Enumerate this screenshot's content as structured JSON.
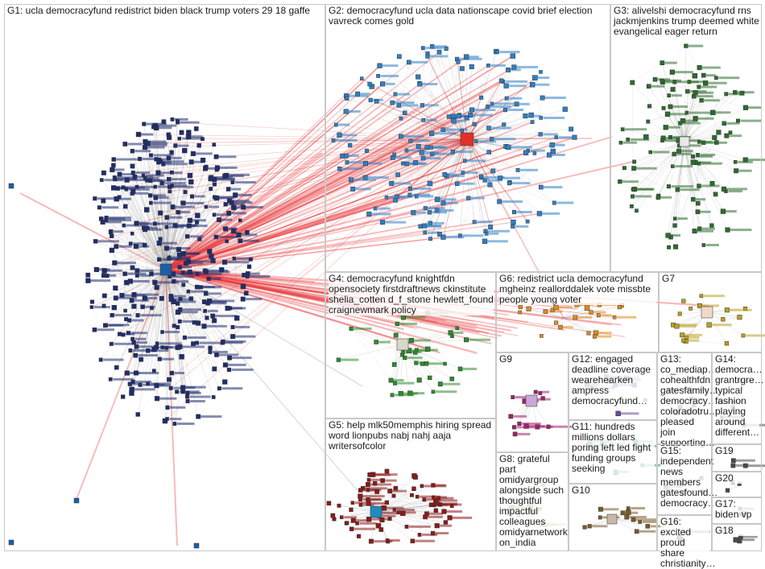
{
  "groups": [
    {
      "id": "G1",
      "label": "G1: ucla democracyfund redistrict biden black trump voters 29 18 gaffe",
      "color": "#1f2d6e"
    },
    {
      "id": "G2",
      "label": "G2: democracyfund ucla data nationscape covid brief election vavreck comes gold",
      "color": "#2f7fc4"
    },
    {
      "id": "G3",
      "label": "G3: alivelshi democracyfund rns jackmjenkins trump deemed white evangelical eager return",
      "color": "#2e6b2e"
    },
    {
      "id": "G4",
      "label": "G4: democracyfund knightfdn opensociety firstdraftnews ckinstitute shelia_cotten d_f_stone hewlett_found craignewmark policy",
      "color": "#2c8c2c"
    },
    {
      "id": "G5",
      "label": "G5: help mlk50memphis hiring spread word lionpubs nabj nahj aaja writersofcolor",
      "color": "#8b1a1a"
    },
    {
      "id": "G6",
      "label": "G6: redistrict ucla democracyfund mgheinz reallorddalek vote missbte people young voter",
      "color": "#e08a1e"
    },
    {
      "id": "G7",
      "label": "G7",
      "color": "#b8a020"
    },
    {
      "id": "G8",
      "label": "G8: grateful part omidyargroup alongside such thoughtful impactful colleagues omidyarnetwork on_india",
      "color": "#7a9a3a"
    },
    {
      "id": "G9",
      "label": "G9",
      "color": "#a0206a"
    },
    {
      "id": "G10",
      "label": "G10",
      "color": "#7a5a2a"
    },
    {
      "id": "G11",
      "label": "G11: hundreds millions dollars poring left led fight funding groups seeking",
      "color": "#2a8a7a"
    },
    {
      "id": "G12",
      "label": "G12: engaged deadline coverage wearehearken ampress democracyfund…",
      "color": "#6a4a9a"
    },
    {
      "id": "G13",
      "label": "G13: co_mediap… cohealthfdn gatesfamily… democracy… coloradotru… pleased join supporting…",
      "color": "#4a4a4a"
    },
    {
      "id": "G14",
      "label": "G14: democra… grantrgre… typical fashion playing around different…",
      "color": "#4a4a4a"
    },
    {
      "id": "G15",
      "label": "G15: independent news members gatesfound… democracy…",
      "color": "#4a4a4a"
    },
    {
      "id": "G16",
      "label": "G16: excited proud share christianity…",
      "color": "#4a4a4a"
    },
    {
      "id": "G17",
      "label": "G17: biden vp",
      "color": "#4a4a4a"
    },
    {
      "id": "G18",
      "label": "G18",
      "color": "#4a4a4a"
    },
    {
      "id": "G19",
      "label": "G19",
      "color": "#4a4a4a"
    },
    {
      "id": "G20",
      "label": "G20",
      "color": "#4a4a4a"
    }
  ],
  "colors": {
    "edge_gray": "#9a9a9a",
    "edge_red": "#e8383c",
    "panel_border": "#c8c8c8",
    "hub_g1": "#1b5fa8",
    "hub_g2": "#e0302a",
    "hub_g5": "#1f8ac0"
  }
}
